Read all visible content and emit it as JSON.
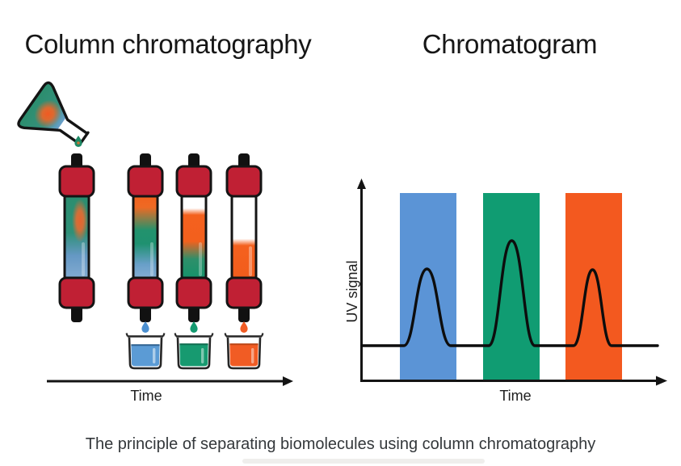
{
  "page": {
    "caption": "The principle of separating biomolecules using column chromatography"
  },
  "left_panel": {
    "title": "Column chromatography",
    "x_axis_label": "Time",
    "flask": {
      "description": "tilted Erlenmeyer flask pouring a mixed sample drop into the first column",
      "mix_colors": [
        "#f15a22",
        "#2b8e6d",
        "#6b9fcb"
      ]
    },
    "columns": [
      {
        "label": "column-stage-1",
        "contents": "fully mixed sample: orange blob in teal/blue matrix"
      },
      {
        "label": "column-stage-2",
        "contents": "separating bands: orange top, green middle, blue bottom"
      },
      {
        "label": "column-stage-3",
        "contents": "blue eluted; orange band mid-column over green band"
      },
      {
        "label": "column-stage-4",
        "contents": "only orange band remains near the outlet"
      }
    ],
    "beakers": [
      {
        "label": "fraction-blue",
        "color": "#5b9bd5"
      },
      {
        "label": "fraction-green",
        "color": "#179a70"
      },
      {
        "label": "fraction-orange",
        "color": "#f15c24"
      }
    ],
    "cap_color": "#c02034"
  },
  "right_panel": {
    "title": "Chromatogram",
    "y_axis_label": "UV signal",
    "x_axis_label": "Time"
  },
  "colors": {
    "band_blue": "#5b94d6",
    "band_green": "#109c72",
    "band_orange": "#f3591f",
    "column_cap_red": "#c02034",
    "ink": "#141414"
  },
  "chart_data": {
    "type": "line",
    "title": "Chromatogram",
    "xlabel": "Time",
    "ylabel": "UV signal",
    "xlim": [
      0,
      1
    ],
    "ylim": [
      0,
      1
    ],
    "grid": false,
    "legend": false,
    "baseline_level": 0.17,
    "series": [
      {
        "name": "UV signal",
        "peaks": [
          {
            "fraction": "blue",
            "center": 0.22,
            "height_above_baseline": 0.39,
            "base_width": 0.15
          },
          {
            "fraction": "green",
            "center": 0.5,
            "height_above_baseline": 0.53,
            "base_width": 0.15
          },
          {
            "fraction": "orange",
            "center": 0.76,
            "height_above_baseline": 0.38,
            "base_width": 0.13
          }
        ]
      }
    ],
    "highlight_bands": [
      {
        "x_range": [
          0.13,
          0.31
        ],
        "color": "#5b94d6",
        "label": "blue fraction"
      },
      {
        "x_range": [
          0.4,
          0.59
        ],
        "color": "#109c72",
        "label": "green fraction"
      },
      {
        "x_range": [
          0.67,
          0.86
        ],
        "color": "#f3591f",
        "label": "orange fraction"
      }
    ]
  }
}
